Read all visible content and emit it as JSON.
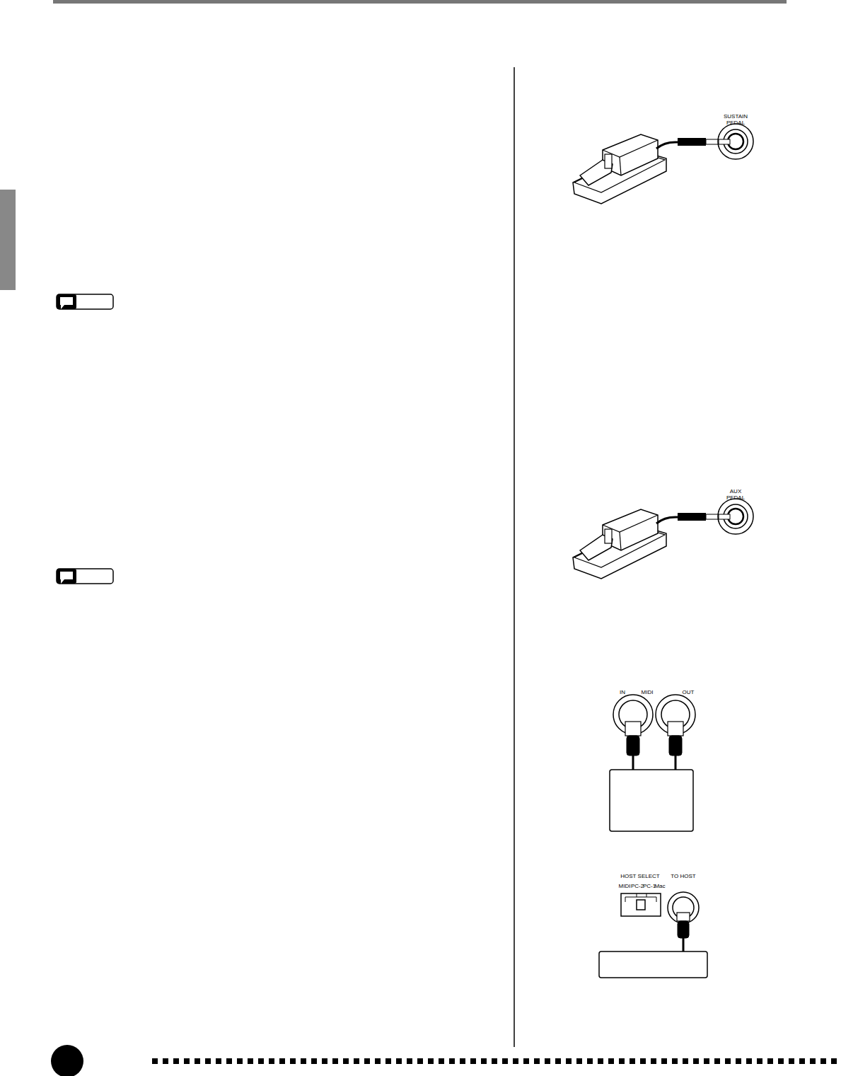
{
  "diagram": {
    "labels": [
      "SUSTAIN PEDAL",
      "AUX PEDAL",
      "IN",
      "MIDI",
      "OUT",
      "HOST SELECT",
      "MIDI",
      "PC-2",
      "PC-1",
      "Mac",
      "TO HOST"
    ]
  }
}
